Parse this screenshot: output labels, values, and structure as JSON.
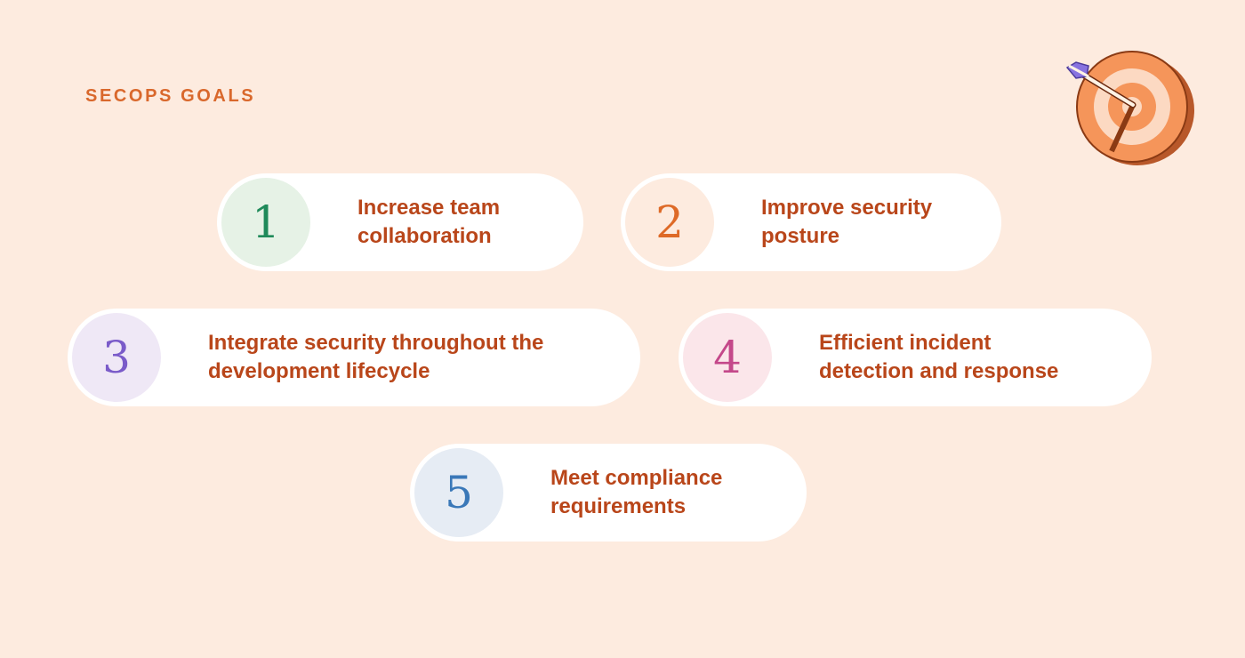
{
  "title": "SECOPS GOALS",
  "illustration": {
    "icon": "target-with-arrow-icon"
  },
  "goals": [
    {
      "number": "1",
      "line1": "Increase team",
      "line2": "collaboration",
      "number_color": "#1f8a5a",
      "circle_bg": "#e6f2e6"
    },
    {
      "number": "2",
      "line1": "Improve security",
      "line2": "posture",
      "number_color": "#de6a27",
      "circle_bg": "#fdebdf"
    },
    {
      "number": "3",
      "line1": "Integrate security throughout the",
      "line2": "development lifecycle",
      "number_color": "#7a5bc9",
      "circle_bg": "#efe8f6"
    },
    {
      "number": "4",
      "line1": "Efficient incident",
      "line2": "detection and response",
      "number_color": "#c4488a",
      "circle_bg": "#fbe6ea"
    },
    {
      "number": "5",
      "line1": "Meet compliance",
      "line2": "requirements",
      "number_color": "#3a78b8",
      "circle_bg": "#e6ecf4"
    }
  ],
  "colors": {
    "background": "#fdebdf",
    "title": "#d9682c",
    "label": "#b9461a",
    "card": "#ffffff"
  }
}
